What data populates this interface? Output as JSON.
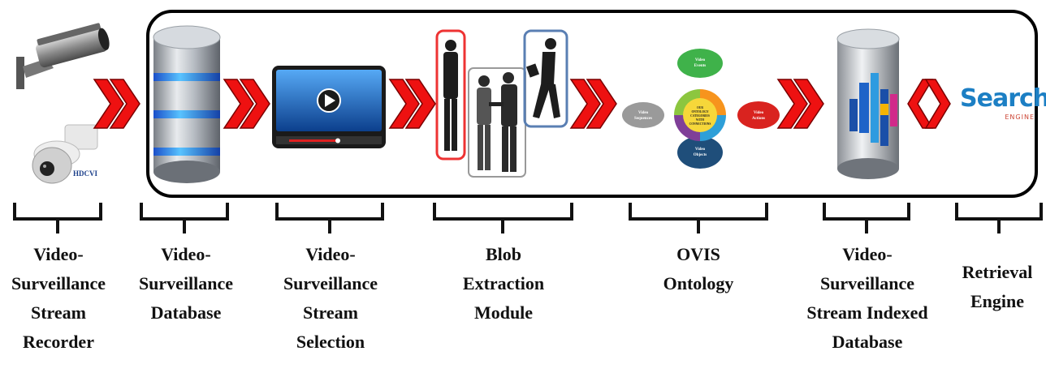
{
  "stages": [
    {
      "lines": [
        "Video-",
        "Surveillance",
        "Stream",
        "Recorder"
      ]
    },
    {
      "lines": [
        "Video-",
        "Surveillance",
        "Database"
      ]
    },
    {
      "lines": [
        "Video-",
        "Surveillance",
        "Stream",
        "Selection"
      ]
    },
    {
      "lines": [
        "Blob",
        "Extraction",
        "Module"
      ]
    },
    {
      "lines": [
        "OVIS",
        "Ontology"
      ]
    },
    {
      "lines": [
        "Video-",
        "Surveillance",
        "Stream Indexed",
        "Database"
      ]
    },
    {
      "lines": [
        "Retrieval",
        "Engine"
      ]
    }
  ],
  "ontology": {
    "top": [
      "Video",
      "Events"
    ],
    "left": [
      "Video",
      "Sequences"
    ],
    "right": [
      "Video",
      "Actions"
    ],
    "bottom": [
      "Video",
      "Objects"
    ],
    "center": [
      "OUR",
      "ONTOLOGY",
      "CATEGORIES",
      "WITH",
      "CONNECTIONS"
    ]
  },
  "search_logo": {
    "word": "Search",
    "sub": "ENGINE"
  },
  "camera_badge": "HDCVI",
  "colors": {
    "arrow": "#ee1111",
    "frame": "#000000",
    "ontology_green": "#3fb24a",
    "ontology_gray": "#9a9a9a",
    "ontology_red": "#d9231f",
    "ontology_blue": "#1f4e7a"
  }
}
